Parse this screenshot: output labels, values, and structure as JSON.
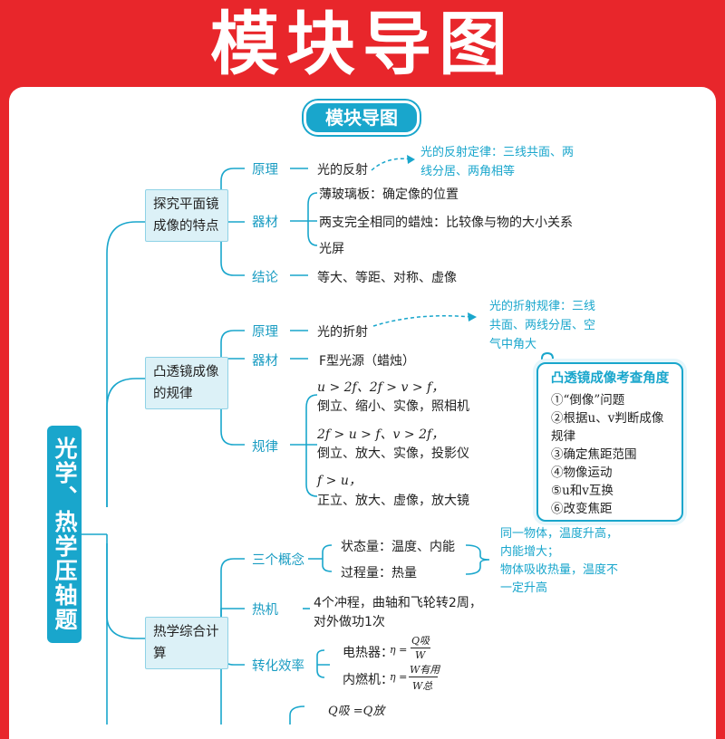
{
  "banner": {
    "title": "模块导图"
  },
  "pill": {
    "title": "模块导图"
  },
  "root": {
    "label": "光学、热学压轴题"
  },
  "groups": {
    "mirror": {
      "title": "探究平面镜成像的特点",
      "principle_tag": "原理",
      "principle": "光的反射",
      "principle_note_1": "光的反射定律：三线共面、两",
      "principle_note_2": "线分居、两角相等",
      "equip_tag": "器材",
      "equip": [
        "薄玻璃板：确定像的位置",
        "两支完全相同的蜡烛：比较像与物的大小关系",
        "光屏"
      ],
      "concl_tag": "结论",
      "concl": "等大、等距、对称、虚像"
    },
    "lens": {
      "title": "凸透镜成像的规律",
      "principle_tag": "原理",
      "principle": "光的折射",
      "principle_note_1": "光的折射规律：三线",
      "principle_note_2": "共面、两线分居、空",
      "principle_note_3": "气中角大",
      "equip_tag": "器材",
      "equip": "F型光源（蜡烛）",
      "rule_tag": "规律",
      "rules": [
        {
          "cond": "u > 2f、2f > v > f，",
          "res": "倒立、缩小、实像，照相机"
        },
        {
          "cond": "2f > u > f、v > 2f，",
          "res": "倒立、放大、实像，投影仪"
        },
        {
          "cond": "f > u，",
          "res": "正立、放大、虚像，放大镜"
        }
      ]
    },
    "heat": {
      "title": "热学综合计算",
      "concept_tag": "三个概念",
      "state": "状态量：温度、内能",
      "process": "过程量：热量",
      "concept_note": [
        "同一物体，温度升高，",
        "内能增大；",
        "物体吸收热量，温度不",
        "一定升高"
      ],
      "engine_tag": "热机",
      "engine": [
        "4个冲程，曲轴和飞轮转2周，",
        "对外做功1次"
      ],
      "eff_tag": "转化效率",
      "heater": "电热器：",
      "combustion": "内燃机：",
      "eta": "η =",
      "q_abs": "Q吸",
      "w_one": "W",
      "w_useful": "W有用",
      "w_total": "W总",
      "partial": "Q吸 =Q放"
    }
  },
  "notebox": {
    "title": "凸透镜成像考查角度",
    "items": [
      "①“倒像”问题",
      "②根据u、v判断成像",
      "规律",
      "③确定焦距范围",
      "④物像运动",
      "⑤u和v互换",
      "⑥改变焦距"
    ]
  },
  "colors": {
    "accent": "#19a6cc",
    "banner": "#e8262b",
    "box_bg": "#dcf1f7"
  }
}
